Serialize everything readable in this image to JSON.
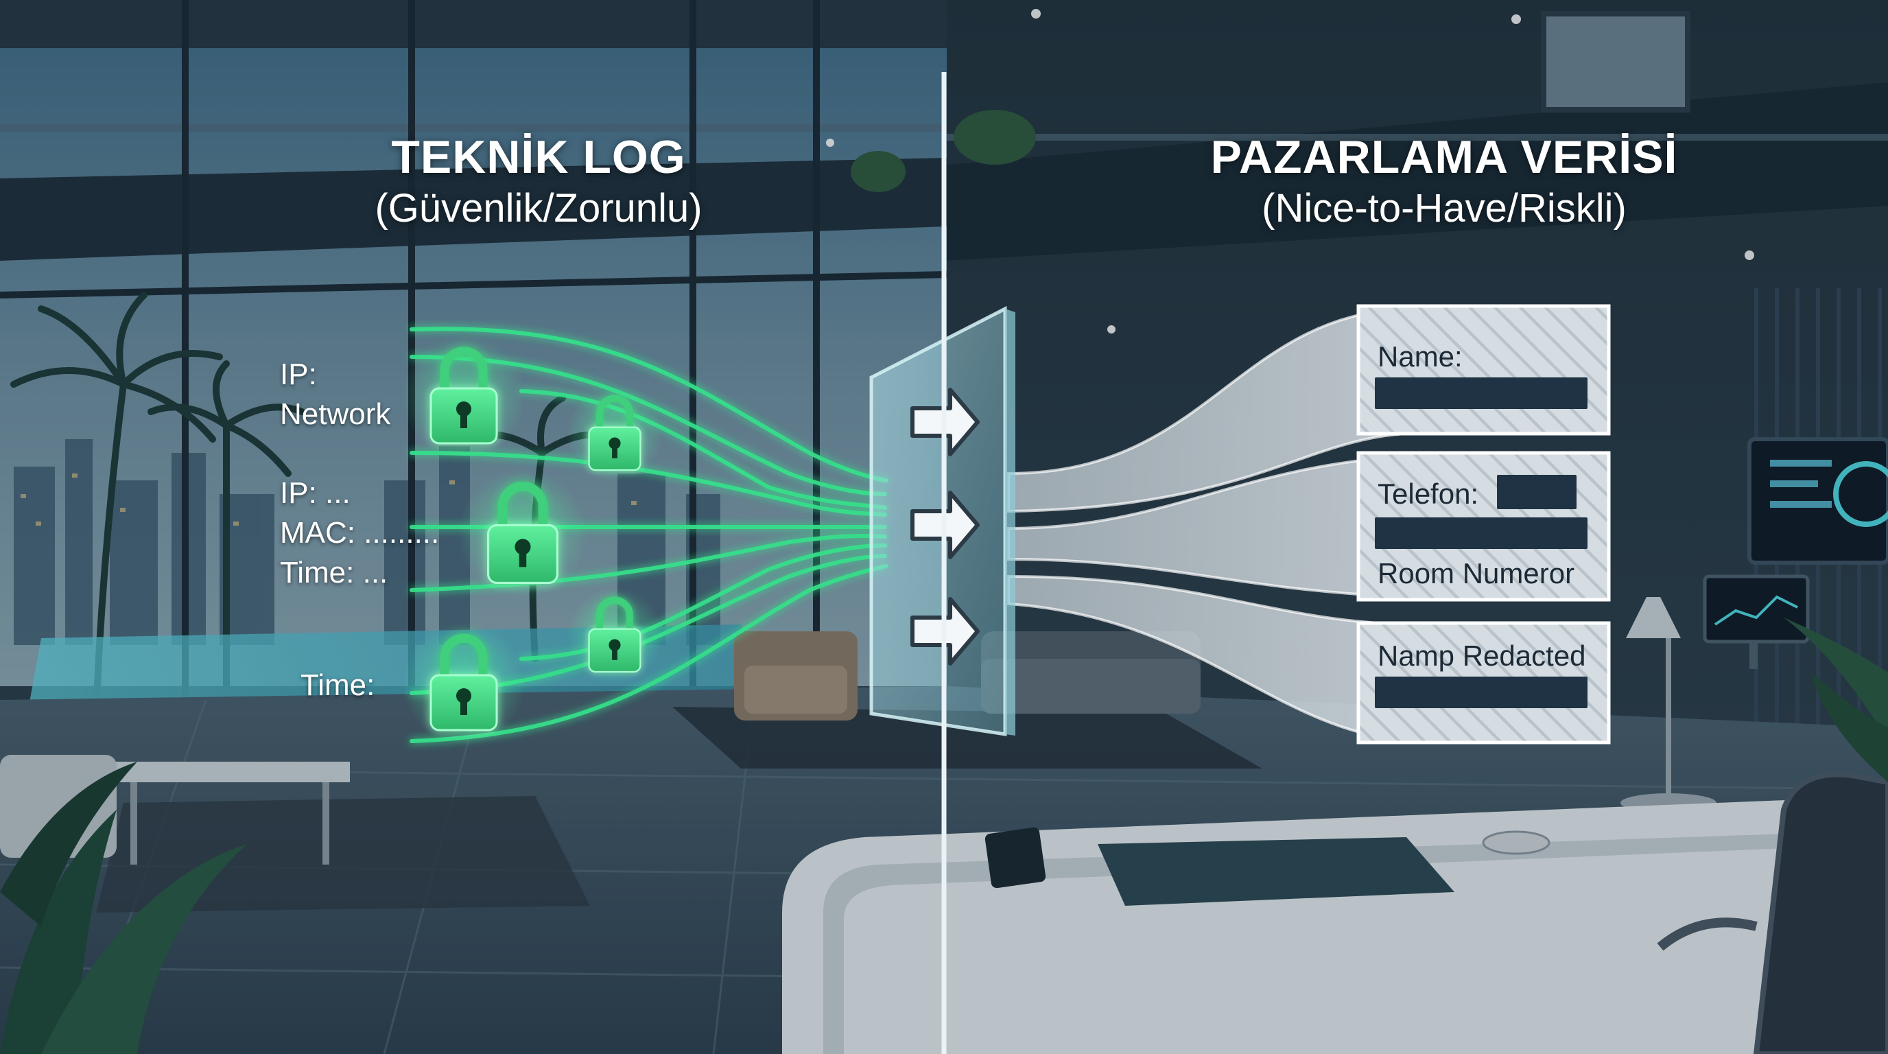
{
  "left_panel": {
    "title": "TEKNİK LOG",
    "subtitle": "(Güvenlik/Zorunlu)",
    "entries": [
      {
        "line1": "IP:",
        "line2": "Network"
      },
      {
        "line1": "IP: ...",
        "line2": "MAC: .........",
        "line3": "Time: ..."
      },
      {
        "line1": "Time:"
      }
    ]
  },
  "right_panel": {
    "title": "PAZARLAMA VERİSİ",
    "subtitle": "(Nice-to-Have/Riskli)",
    "fields": {
      "name": "Name:",
      "phone": "Telefon:",
      "room": "Room Numeror",
      "redacted": "Namp Redacted"
    }
  },
  "colors": {
    "accent_green": "#35e08a",
    "lock_green": "#3fcf7c",
    "divider": "#eaf2f6",
    "card_fill": "#d4dbe0",
    "redaction": "#1f3344",
    "wall_dark": "#1e2f3c"
  },
  "icons": [
    "lock-icon",
    "arrow-right-icon"
  ]
}
